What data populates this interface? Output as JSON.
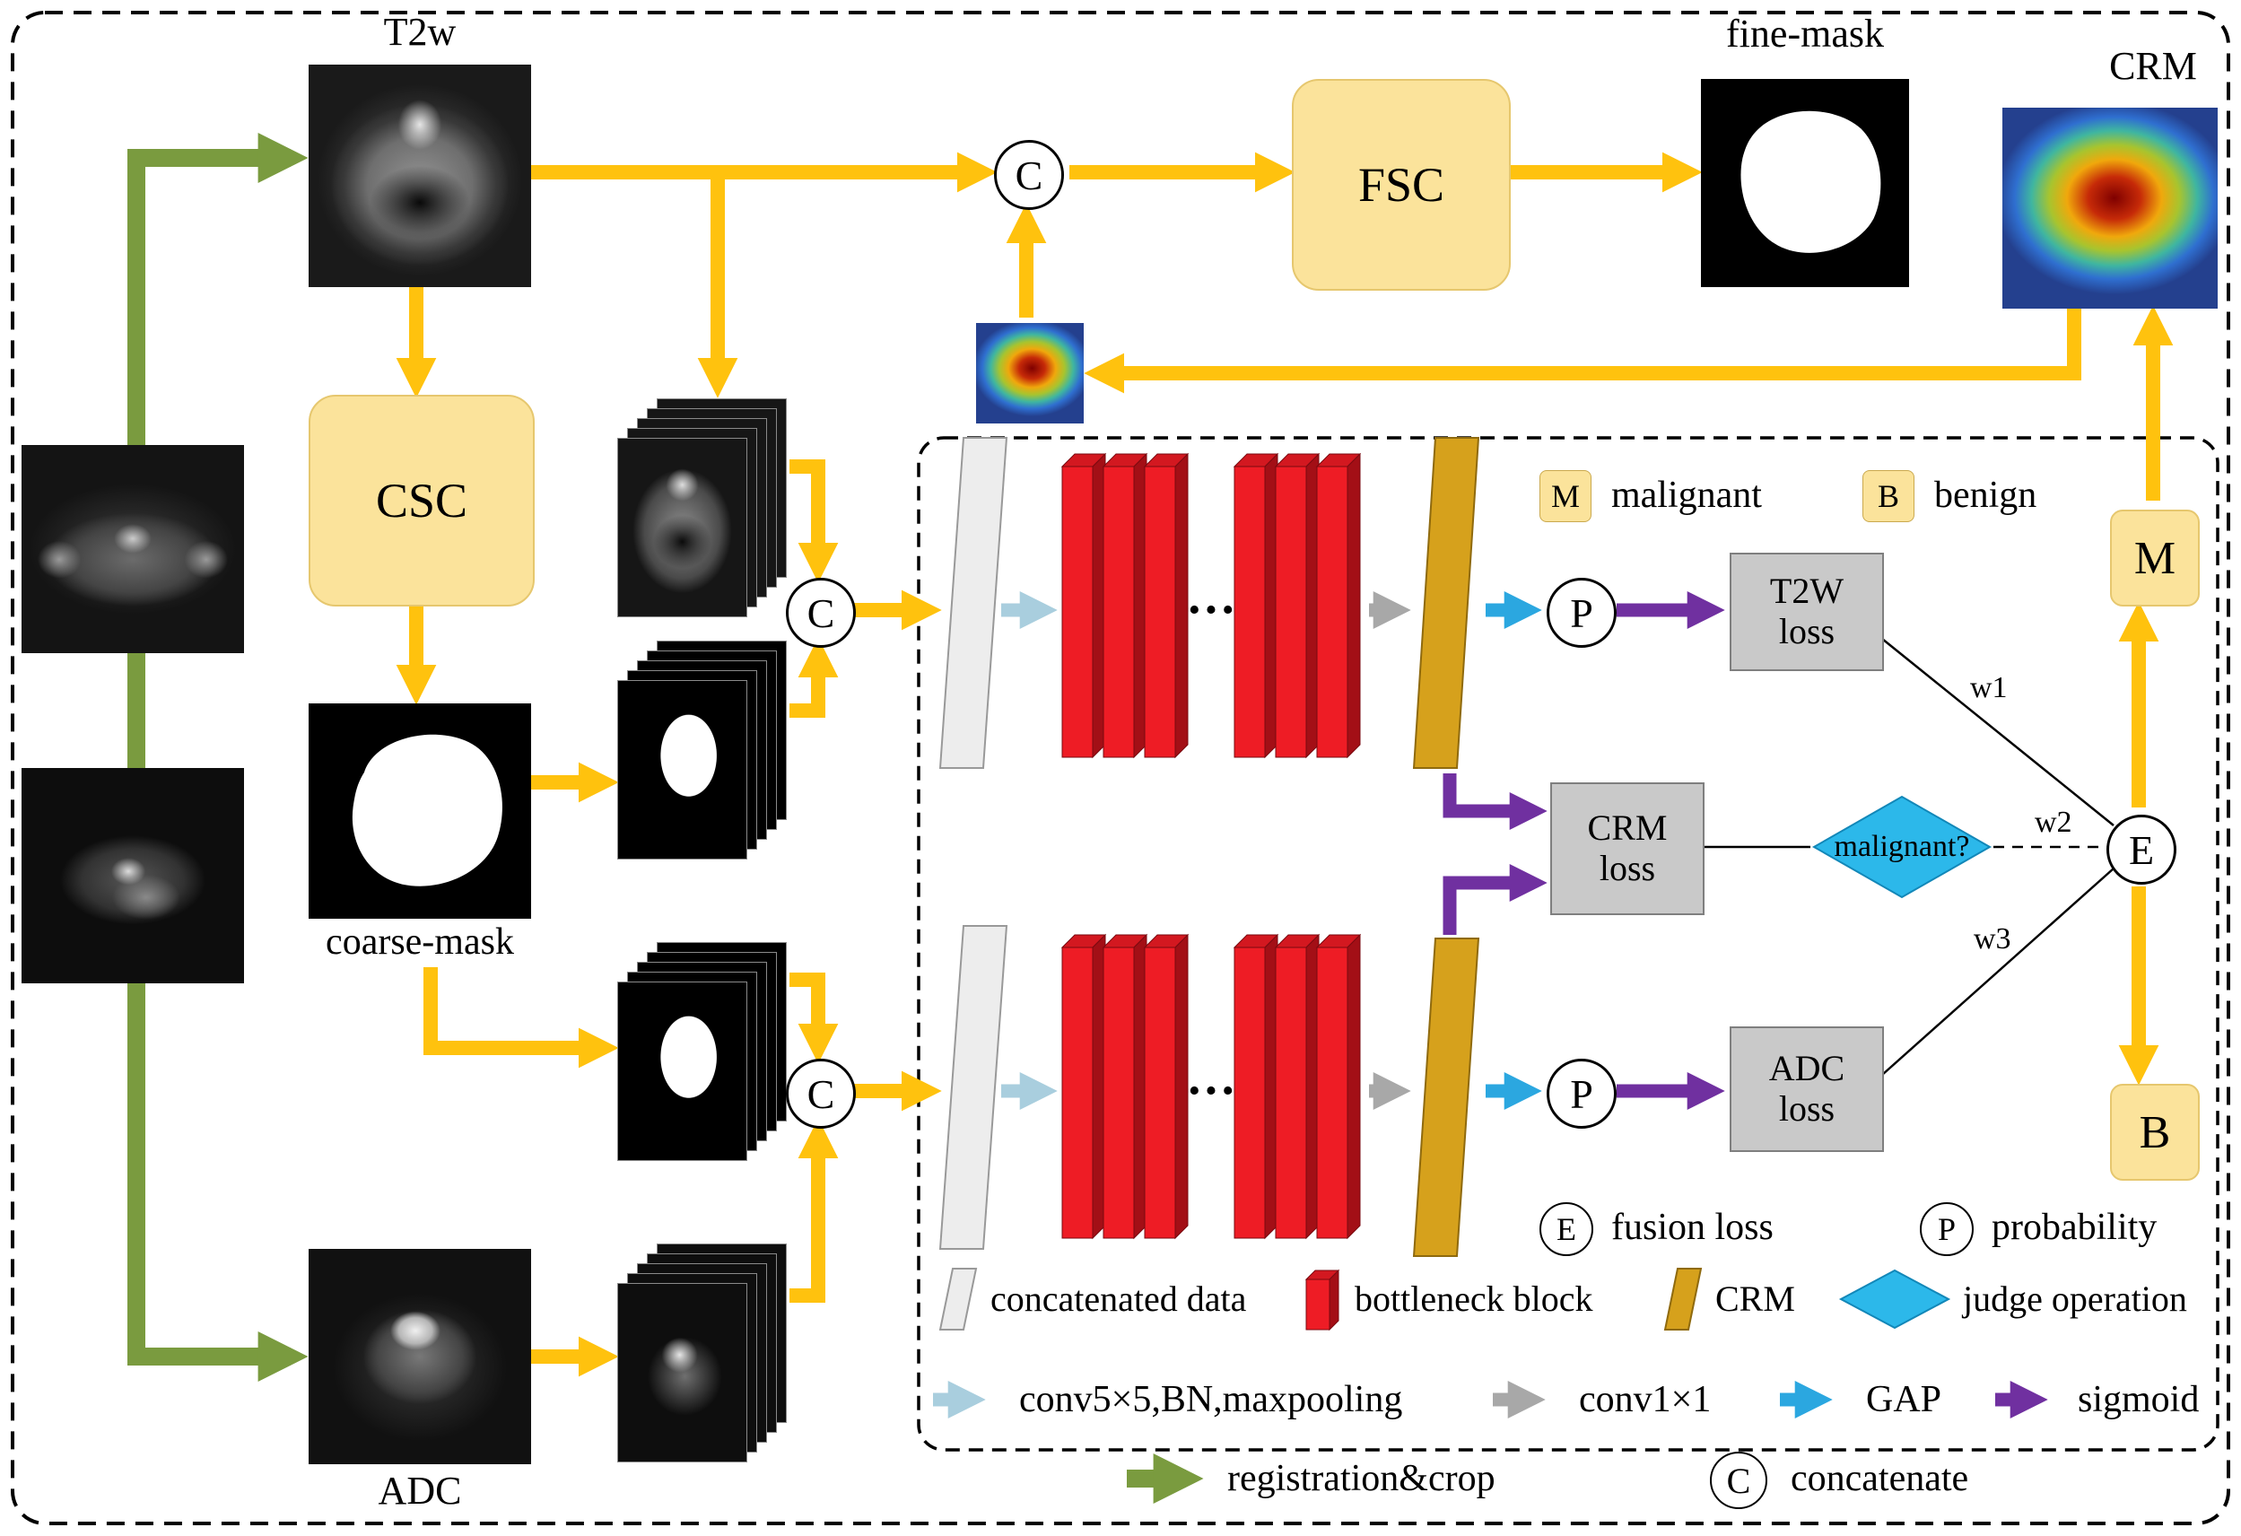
{
  "labels": {
    "t2w": "T2w",
    "fine_mask": "fine-mask",
    "crm": "CRM",
    "coarse_mask": "coarse-mask",
    "adc": "ADC"
  },
  "modules": {
    "fsc": "FSC",
    "csc": "CSC"
  },
  "symbols": {
    "concat": "C",
    "prob": "P",
    "fusion": "E",
    "malignant": "M",
    "benign": "B",
    "dots": "···"
  },
  "losses": {
    "t2w": "T2W\nloss",
    "crm": "CRM\nloss",
    "adc": "ADC\nloss"
  },
  "decision": "malignant?",
  "weights": {
    "w1": "w1",
    "w2": "w2",
    "w3": "w3"
  },
  "legend": {
    "malignant": "malignant",
    "benign": "benign",
    "fusion_loss": "fusion loss",
    "probability": "probability",
    "concatenated_data": "concatenated data",
    "bottleneck_block": "bottleneck block",
    "crm": "CRM",
    "judge_operation": "judge operation",
    "conv5": "conv5×5,BN,maxpooling",
    "conv1": "conv1×1",
    "gap": "GAP",
    "sigmoid": "sigmoid",
    "registration": "registration&crop",
    "concatenate": "concatenate"
  },
  "colors": {
    "arrow_yellow": "#FFC20E",
    "arrow_green": "#7A9B3F",
    "arrow_lightblue": "#A9CEDE",
    "arrow_gray": "#A8A8A8",
    "arrow_blue": "#2BA7E0",
    "arrow_purple": "#7030A0",
    "module_yellow": "#FBE39B",
    "bottleneck_red": "#EE1C25",
    "crm_gold": "#D6A11C",
    "judge_cyan": "#2CB8EA",
    "loss_gray": "#C9C9C9"
  }
}
